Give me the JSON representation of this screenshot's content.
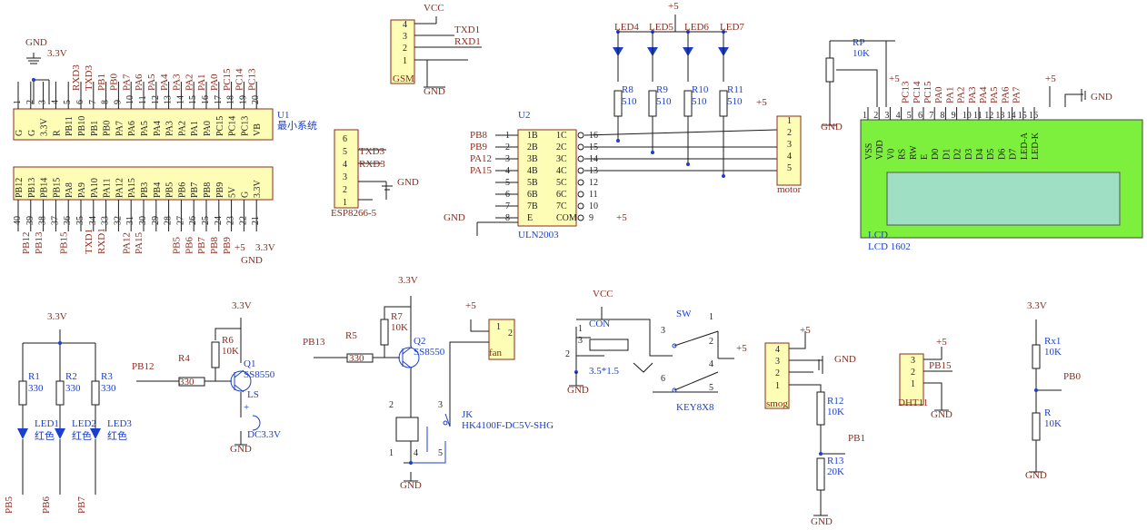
{
  "u1": {
    "ref": "U1",
    "name": "最小系统",
    "top_pins": [
      "G",
      "G",
      "3.3V",
      "R",
      "PB11",
      "PB10",
      "PB1",
      "PB0",
      "PA7",
      "PA6",
      "PA5",
      "PA4",
      "PA3",
      "PA2",
      "PA1",
      "PA0",
      "PC15",
      "PC14",
      "PC13",
      "VB"
    ],
    "top_nums": [
      "1",
      "2",
      "3",
      "4",
      "5",
      "6",
      "7",
      "8",
      "9",
      "10",
      "11",
      "12",
      "13",
      "14",
      "15",
      "16",
      "17",
      "18",
      "19",
      "20"
    ],
    "top_nets": [
      "",
      "",
      "",
      "",
      "RXD3",
      "TXD3",
      "PB1",
      "PB0",
      "PA7",
      "PA6",
      "PA5",
      "PA4",
      "PA3",
      "PA2",
      "PA1",
      "PA0",
      "PC15",
      "PC14",
      "PC13",
      ""
    ],
    "bot_pins": [
      "PB12",
      "PB13",
      "PB14",
      "PB15",
      "PA8",
      "PA9",
      "PA10",
      "PA11",
      "PA12",
      "PA15",
      "PB3",
      "PB4",
      "PB5",
      "PB6",
      "PB7",
      "PB8",
      "PB9",
      "5V",
      "G",
      "3.3V"
    ],
    "bot_nums": [
      "40",
      "39",
      "38",
      "37",
      "36",
      "35",
      "34",
      "33",
      "32",
      "31",
      "30",
      "29",
      "28",
      "27",
      "26",
      "25",
      "24",
      "23",
      "22",
      "21"
    ],
    "bot_nets": [
      "PB12",
      "PB13",
      "",
      "PB15",
      "",
      "TXD1",
      "RXD1",
      "",
      "PA12",
      "PA15",
      "",
      "",
      "PB5",
      "PB6",
      "PB7",
      "PB8",
      "PB9",
      "",
      "",
      ""
    ]
  },
  "power": {
    "vcc": "VCC",
    "v5": "+5",
    "v33": "3.3V",
    "gnd": "GND"
  },
  "gsm": {
    "ref": "GSM",
    "pins": [
      "4",
      "3",
      "2",
      "1"
    ],
    "txd": "TXD1",
    "rxd": "RXD1"
  },
  "esp": {
    "ref": "ESP8266-5",
    "pins": [
      "6",
      "5",
      "4",
      "3",
      "2",
      "1"
    ],
    "txd": "TXD3",
    "rxd": "RXD3"
  },
  "uln": {
    "ref": "U2",
    "name": "ULN2003",
    "left": [
      "1B",
      "2B",
      "3B",
      "4B",
      "5B",
      "6B",
      "7B",
      "E"
    ],
    "lnums": [
      "1",
      "2",
      "3",
      "4",
      "5",
      "6",
      "7",
      "8"
    ],
    "right": [
      "1C",
      "2C",
      "3C",
      "4C",
      "5C",
      "6C",
      "7C",
      "COM"
    ],
    "rnums": [
      "16",
      "15",
      "14",
      "13",
      "12",
      "11",
      "10",
      "9"
    ],
    "inputs": [
      "PB8",
      "PB9",
      "PA12",
      "PA15"
    ]
  },
  "leds_top": [
    "LED4",
    "LED5",
    "LED6",
    "LED7"
  ],
  "res_top": [
    {
      "ref": "R8",
      "val": "510"
    },
    {
      "ref": "R9",
      "val": "510"
    },
    {
      "ref": "R10",
      "val": "510"
    },
    {
      "ref": "R11",
      "val": "510"
    }
  ],
  "motor": {
    "ref": "motor",
    "pins": [
      "1",
      "2",
      "3",
      "4",
      "5"
    ]
  },
  "lcd": {
    "ref": "LCD",
    "name": "LCD 1602",
    "rp": "RP",
    "rpval": "10K",
    "pins": [
      "VSS",
      "VDD",
      "V0",
      "RS",
      "RW",
      "E",
      "D0",
      "D1",
      "D2",
      "D3",
      "D4",
      "D5",
      "D6",
      "D7",
      "LED-A",
      "LED-K"
    ],
    "nums": [
      "1",
      "2",
      "3",
      "4",
      "5",
      "6",
      "7",
      "8",
      "9",
      "10",
      "11",
      "12",
      "13",
      "14",
      "15",
      "16"
    ],
    "nets": [
      "",
      "",
      "",
      "PC13",
      "PC14",
      "PC15",
      "PA0",
      "PA1",
      "PA2",
      "PA3",
      "PA4",
      "PA5",
      "PA6",
      "PA7",
      "",
      ""
    ]
  },
  "led_bank": {
    "res": [
      {
        "ref": "R1",
        "val": "330"
      },
      {
        "ref": "R2",
        "val": "330"
      },
      {
        "ref": "R3",
        "val": "330"
      }
    ],
    "leds": [
      "LED1",
      "LED2",
      "LED3"
    ],
    "color": "红色",
    "nets": [
      "PB5",
      "PB6",
      "PB7"
    ]
  },
  "buzzer": {
    "net": "PB12",
    "r4": "R4",
    "r4v": "330",
    "r6": "R6",
    "r6v": "10K",
    "q": "Q1",
    "qv": "SS8550",
    "ls": "LS",
    "lsv": "DC3.3V"
  },
  "fanrelay": {
    "net": "PB13",
    "r5": "R5",
    "r5v": "330",
    "r7": "R7",
    "r7v": "10K",
    "q": "Q2",
    "qv": "SS8550",
    "fan": "fan",
    "jk": "JK",
    "jkv": "HK4100F-DC5V-SHG",
    "fanpins": [
      "1",
      "2"
    ],
    "relaypins": [
      "2",
      "3",
      "1",
      "4",
      "5"
    ]
  },
  "jack": {
    "con": "CON",
    "v": "3.5*1.5",
    "sw": "SW",
    "kev": "KEY8X8",
    "pins": [
      "1",
      "3",
      "2"
    ],
    "swpins": [
      "3",
      "1",
      "2",
      "4",
      "6",
      "5"
    ]
  },
  "smog": {
    "ref": "smog",
    "pins": [
      "4",
      "3",
      "2",
      "1"
    ],
    "r12": "R12",
    "r12v": "10K",
    "r13": "R13",
    "r13v": "20K",
    "net": "PB1"
  },
  "dht": {
    "ref": "DHT11",
    "pins": [
      "3",
      "2",
      "1"
    ],
    "net": "PB15"
  },
  "divider": {
    "rx": "Rx1",
    "rxv": "10K",
    "r": "R",
    "rv": "10K",
    "net": "PB0"
  }
}
